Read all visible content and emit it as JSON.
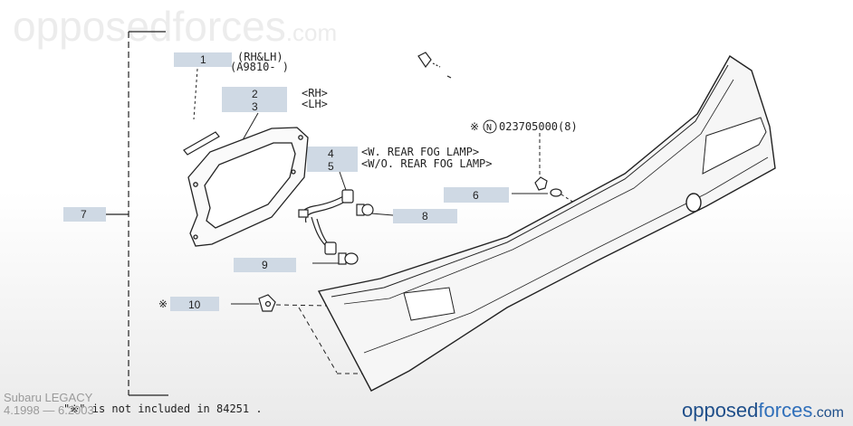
{
  "watermark": {
    "name": "opposed",
    "mid": "forces",
    "tld": ".com"
  },
  "brand": {
    "opposed": "opposed",
    "forces": "forces",
    "tld": ".com"
  },
  "vehicle": {
    "model": "Subaru LEGACY",
    "years": "4.1998 — 6.2003"
  },
  "callouts": {
    "p1": "1",
    "p2": "2",
    "p3": "3",
    "p4": "4",
    "p5": "5",
    "p6": "6",
    "p7": "7",
    "p8": "8",
    "p9": "9",
    "p10": "10"
  },
  "notes": {
    "p1_side": "(RH&LH)",
    "p1_range": "(A9810-   )",
    "p2_side": "<RH>",
    "p3_side": "<LH>",
    "p4_note": "<W. REAR FOG LAMP>",
    "p5_note": "<W/O. REAR FOG LAMP>",
    "part_number": "023705000(8)",
    "p10_mark": "※",
    "footnote": "\"※\" is not included in 84251 ."
  },
  "colors": {
    "callout_box": "#cfd9e4",
    "line": "#222222",
    "brand": "#1f4f8a"
  }
}
